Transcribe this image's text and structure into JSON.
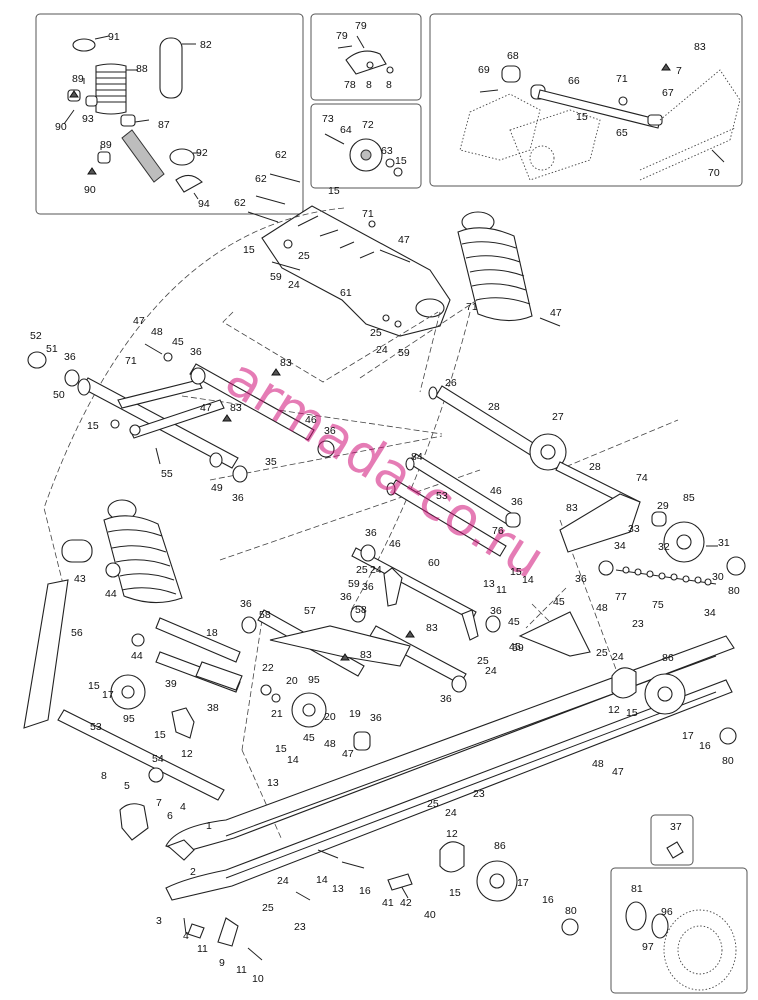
{
  "diagram": {
    "watermark": "armada-co.ru",
    "labels": [
      {
        "id": "l91",
        "text": "91"
      },
      {
        "id": "l82",
        "text": "82"
      },
      {
        "id": "l88",
        "text": "88"
      },
      {
        "id": "l89a",
        "text": "89"
      },
      {
        "id": "l90a",
        "text": "90"
      },
      {
        "id": "l93",
        "text": "93"
      },
      {
        "id": "l87",
        "text": "87"
      },
      {
        "id": "l89b",
        "text": "89"
      },
      {
        "id": "l92",
        "text": "92"
      },
      {
        "id": "l90b",
        "text": "90"
      },
      {
        "id": "l94",
        "text": "94"
      },
      {
        "id": "l79a",
        "text": "79"
      },
      {
        "id": "l79b",
        "text": "79"
      },
      {
        "id": "l78",
        "text": "78"
      },
      {
        "id": "l8a",
        "text": "8"
      },
      {
        "id": "l8b",
        "text": "8"
      },
      {
        "id": "l73",
        "text": "73"
      },
      {
        "id": "l64",
        "text": "64"
      },
      {
        "id": "l72",
        "text": "72"
      },
      {
        "id": "l63",
        "text": "63"
      },
      {
        "id": "l15a",
        "text": "15"
      },
      {
        "id": "l83a",
        "text": "83"
      },
      {
        "id": "l7a",
        "text": "7"
      },
      {
        "id": "l68",
        "text": "68"
      },
      {
        "id": "l69",
        "text": "69"
      },
      {
        "id": "l66",
        "text": "66"
      },
      {
        "id": "l71a",
        "text": "71"
      },
      {
        "id": "l67",
        "text": "67"
      },
      {
        "id": "l15b",
        "text": "15"
      },
      {
        "id": "l65",
        "text": "65"
      },
      {
        "id": "l70",
        "text": "70"
      },
      {
        "id": "l62a",
        "text": "62"
      },
      {
        "id": "l62b",
        "text": "62"
      },
      {
        "id": "l62c",
        "text": "62"
      },
      {
        "id": "l15c",
        "text": "15"
      },
      {
        "id": "l15d",
        "text": "15"
      },
      {
        "id": "l71b",
        "text": "71"
      },
      {
        "id": "l47a",
        "text": "47"
      },
      {
        "id": "l25a",
        "text": "25"
      },
      {
        "id": "l59a",
        "text": "59"
      },
      {
        "id": "l24a",
        "text": "24"
      },
      {
        "id": "l61",
        "text": "61"
      },
      {
        "id": "l71c",
        "text": "71"
      },
      {
        "id": "l47b",
        "text": "47"
      },
      {
        "id": "l25b",
        "text": "25"
      },
      {
        "id": "l24b",
        "text": "24"
      },
      {
        "id": "l59b",
        "text": "59"
      },
      {
        "id": "l52",
        "text": "52"
      },
      {
        "id": "l51",
        "text": "51"
      },
      {
        "id": "l36a",
        "text": "36"
      },
      {
        "id": "l50",
        "text": "50"
      },
      {
        "id": "l47c",
        "text": "47"
      },
      {
        "id": "l48a",
        "text": "48"
      },
      {
        "id": "l45a",
        "text": "45"
      },
      {
        "id": "l36b",
        "text": "36"
      },
      {
        "id": "l71d",
        "text": "71"
      },
      {
        "id": "l83b",
        "text": "83"
      },
      {
        "id": "l47d",
        "text": "47"
      },
      {
        "id": "l83c",
        "text": "83"
      },
      {
        "id": "l46a",
        "text": "46"
      },
      {
        "id": "l36c",
        "text": "36"
      },
      {
        "id": "l15e",
        "text": "15"
      },
      {
        "id": "l35",
        "text": "35"
      },
      {
        "id": "l55",
        "text": "55"
      },
      {
        "id": "l49",
        "text": "49"
      },
      {
        "id": "l36d",
        "text": "36"
      },
      {
        "id": "l26",
        "text": "26"
      },
      {
        "id": "l28a",
        "text": "28"
      },
      {
        "id": "l27",
        "text": "27"
      },
      {
        "id": "l28b",
        "text": "28"
      },
      {
        "id": "l84",
        "text": "84"
      },
      {
        "id": "l74",
        "text": "74"
      },
      {
        "id": "l46b",
        "text": "46"
      },
      {
        "id": "l53",
        "text": "53"
      },
      {
        "id": "l36e",
        "text": "36"
      },
      {
        "id": "l83d",
        "text": "83"
      },
      {
        "id": "l29",
        "text": "29"
      },
      {
        "id": "l85",
        "text": "85"
      },
      {
        "id": "l76",
        "text": "76"
      },
      {
        "id": "l33",
        "text": "33"
      },
      {
        "id": "l34a",
        "text": "34"
      },
      {
        "id": "l32",
        "text": "32"
      },
      {
        "id": "l31",
        "text": "31"
      },
      {
        "id": "l30",
        "text": "30"
      },
      {
        "id": "l80a",
        "text": "80"
      },
      {
        "id": "l36f",
        "text": "36"
      },
      {
        "id": "l77",
        "text": "77"
      },
      {
        "id": "l75",
        "text": "75"
      },
      {
        "id": "l34b",
        "text": "34"
      },
      {
        "id": "l36g",
        "text": "36"
      },
      {
        "id": "l46c",
        "text": "46"
      },
      {
        "id": "l60",
        "text": "60"
      },
      {
        "id": "l24c",
        "text": "24"
      },
      {
        "id": "l59c",
        "text": "59"
      },
      {
        "id": "l25c",
        "text": "25"
      },
      {
        "id": "l15f",
        "text": "15"
      },
      {
        "id": "l13a",
        "text": "13"
      },
      {
        "id": "l11a",
        "text": "11"
      },
      {
        "id": "l14a",
        "text": "14"
      },
      {
        "id": "l43",
        "text": "43"
      },
      {
        "id": "l44a",
        "text": "44"
      },
      {
        "id": "l36h",
        "text": "36"
      },
      {
        "id": "l58a",
        "text": "58"
      },
      {
        "id": "l57",
        "text": "57"
      },
      {
        "id": "l36i",
        "text": "36"
      },
      {
        "id": "l58b",
        "text": "58"
      },
      {
        "id": "l36j",
        "text": "36"
      },
      {
        "id": "l45b",
        "text": "45"
      },
      {
        "id": "l45c",
        "text": "45"
      },
      {
        "id": "l48b",
        "text": "48"
      },
      {
        "id": "l23a",
        "text": "23"
      },
      {
        "id": "l36k",
        "text": "36"
      },
      {
        "id": "l45d",
        "text": "45"
      },
      {
        "id": "l83e",
        "text": "83"
      },
      {
        "id": "l25d",
        "text": "25"
      },
      {
        "id": "l59d",
        "text": "59"
      },
      {
        "id": "l24d",
        "text": "24"
      },
      {
        "id": "l25e",
        "text": "25"
      },
      {
        "id": "l24e",
        "text": "24"
      },
      {
        "id": "l56",
        "text": "56"
      },
      {
        "id": "l44b",
        "text": "44"
      },
      {
        "id": "l18",
        "text": "18"
      },
      {
        "id": "l83f",
        "text": "83"
      },
      {
        "id": "l86a",
        "text": "86"
      },
      {
        "id": "l22",
        "text": "22"
      },
      {
        "id": "l15g",
        "text": "15"
      },
      {
        "id": "l17a",
        "text": "17"
      },
      {
        "id": "l39",
        "text": "39"
      },
      {
        "id": "l20a",
        "text": "20"
      },
      {
        "id": "l95a",
        "text": "95"
      },
      {
        "id": "l36l",
        "text": "36"
      },
      {
        "id": "l38",
        "text": "38"
      },
      {
        "id": "l21",
        "text": "21"
      },
      {
        "id": "l95b",
        "text": "95"
      },
      {
        "id": "l12a",
        "text": "12"
      },
      {
        "id": "l15h",
        "text": "15"
      },
      {
        "id": "l20b",
        "text": "20"
      },
      {
        "id": "l19",
        "text": "19"
      },
      {
        "id": "l36m",
        "text": "36"
      },
      {
        "id": "l15i",
        "text": "15"
      },
      {
        "id": "l12b",
        "text": "12"
      },
      {
        "id": "l17b",
        "text": "17"
      },
      {
        "id": "l16a",
        "text": "16"
      },
      {
        "id": "l80b",
        "text": "80"
      },
      {
        "id": "l53b",
        "text": "53"
      },
      {
        "id": "l54",
        "text": "54"
      },
      {
        "id": "l45e",
        "text": "45"
      },
      {
        "id": "l48c",
        "text": "48"
      },
      {
        "id": "l47e",
        "text": "47"
      },
      {
        "id": "l15j",
        "text": "15"
      },
      {
        "id": "l14b",
        "text": "14"
      },
      {
        "id": "l13b",
        "text": "13"
      },
      {
        "id": "l48d",
        "text": "48"
      },
      {
        "id": "l47f",
        "text": "47"
      },
      {
        "id": "l8c",
        "text": "8"
      },
      {
        "id": "l5",
        "text": "5"
      },
      {
        "id": "l7b",
        "text": "7"
      },
      {
        "id": "l6",
        "text": "6"
      },
      {
        "id": "l4a",
        "text": "4"
      },
      {
        "id": "l1",
        "text": "1"
      },
      {
        "id": "l25f",
        "text": "25"
      },
      {
        "id": "l23b",
        "text": "23"
      },
      {
        "id": "l24f",
        "text": "24"
      },
      {
        "id": "l12c",
        "text": "12"
      },
      {
        "id": "l86b",
        "text": "86"
      },
      {
        "id": "l37",
        "text": "37"
      },
      {
        "id": "l2",
        "text": "2"
      },
      {
        "id": "l14c",
        "text": "14"
      },
      {
        "id": "l13c",
        "text": "13"
      },
      {
        "id": "l16b",
        "text": "16"
      },
      {
        "id": "l15k",
        "text": "15"
      },
      {
        "id": "l17c",
        "text": "17"
      },
      {
        "id": "l24g",
        "text": "24"
      },
      {
        "id": "l25g",
        "text": "25"
      },
      {
        "id": "l41",
        "text": "41"
      },
      {
        "id": "l42",
        "text": "42"
      },
      {
        "id": "l40",
        "text": "40"
      },
      {
        "id": "l16c",
        "text": "16"
      },
      {
        "id": "l80c",
        "text": "80"
      },
      {
        "id": "l81",
        "text": "81"
      },
      {
        "id": "l96",
        "text": "96"
      },
      {
        "id": "l97",
        "text": "97"
      },
      {
        "id": "l23c",
        "text": "23"
      },
      {
        "id": "l3",
        "text": "3"
      },
      {
        "id": "l4b",
        "text": "4"
      },
      {
        "id": "l11b",
        "text": "11"
      },
      {
        "id": "l9",
        "text": "9"
      },
      {
        "id": "l11c",
        "text": "11"
      },
      {
        "id": "l10",
        "text": "10"
      }
    ]
  }
}
